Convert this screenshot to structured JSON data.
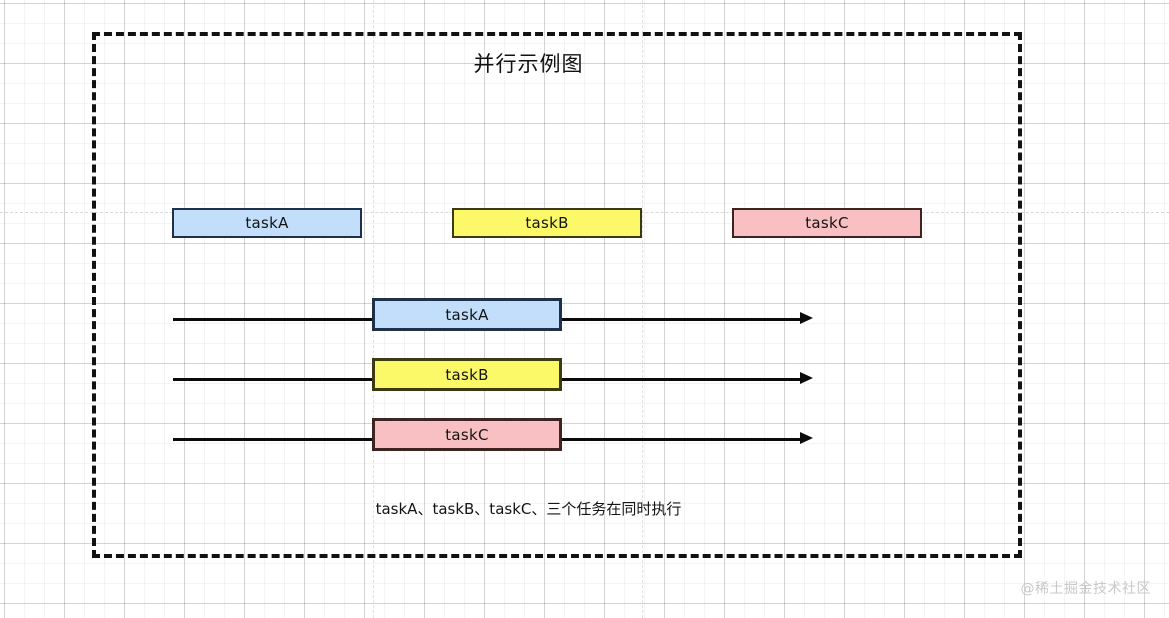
{
  "diagram": {
    "title": "并行示例图",
    "caption": "taskA、taskB、taskC、三个任务在同时执行",
    "watermark": "@稀土掘金技术社区",
    "colors": {
      "taskA_fill": "#c2defa",
      "taskA_border": "#1f3049",
      "taskB_fill": "#fcf969",
      "taskB_border": "#3b3a12",
      "taskC_fill": "#f8c0c3",
      "taskC_border": "#3e2420",
      "frame_border": "#121212",
      "timeline_line": "#0b0b0b",
      "background": "#ffffff",
      "watermark_color": "#c9c9cc"
    },
    "legend": [
      {
        "label": "taskA",
        "color_key": "taskA"
      },
      {
        "label": "taskB",
        "color_key": "taskB"
      },
      {
        "label": "taskC",
        "color_key": "taskC"
      }
    ],
    "timelines": [
      {
        "label": "taskA",
        "color_key": "taskA"
      },
      {
        "label": "taskB",
        "color_key": "taskB"
      },
      {
        "label": "taskC",
        "color_key": "taskC"
      }
    ]
  }
}
